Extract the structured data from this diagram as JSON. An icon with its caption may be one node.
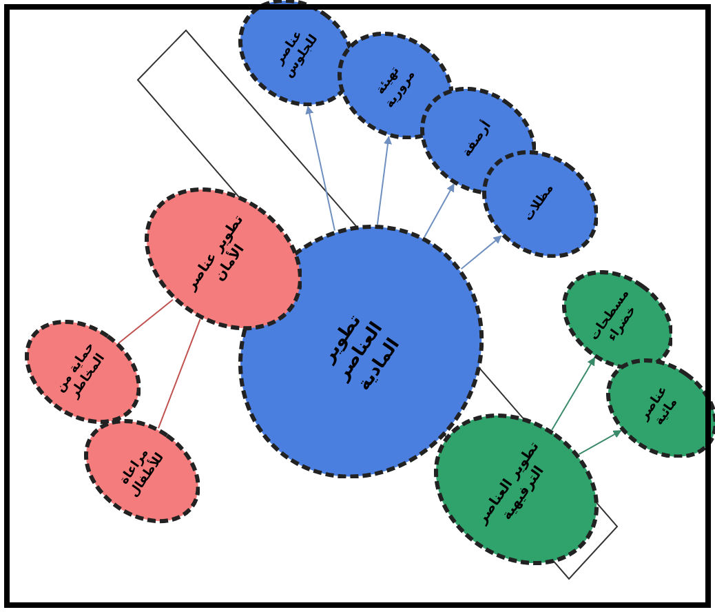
{
  "diagram": {
    "nodes": [
      {
        "text": [
          "تطوير العناصر المادية"
        ]
      },
      {
        "text": [
          "عناصر للجلوس"
        ]
      },
      {
        "text": [
          "تهيئة مرورية"
        ]
      },
      {
        "text": [
          "أرصفة"
        ]
      },
      {
        "text": [
          "مظلات"
        ]
      },
      {
        "text": [
          "تطوير عناصر الأمان"
        ]
      },
      {
        "text": [
          "حماية من المخاطر"
        ]
      },
      {
        "text": [
          "مراعاة للأطفال"
        ]
      },
      {
        "text": [
          "تطوير العناصر الترفيهية"
        ]
      },
      {
        "text": [
          "مسطحات خضراء"
        ]
      },
      {
        "text": [
          "عناصر مائية"
        ]
      }
    ],
    "edges": [
      {
        "from": 0,
        "to": 1,
        "arrow": "to",
        "color": "#6f8fc0"
      },
      {
        "from": 0,
        "to": 2,
        "arrow": "to",
        "color": "#6f8fc0"
      },
      {
        "from": 0,
        "to": 3,
        "arrow": "to",
        "color": "#6f8fc0"
      },
      {
        "from": 0,
        "to": 4,
        "arrow": "to",
        "color": "#6f8fc0"
      },
      {
        "from": 5,
        "to": 6,
        "arrow": "none",
        "color": "#c0504d"
      },
      {
        "from": 5,
        "to": 7,
        "arrow": "none",
        "color": "#c0504d"
      },
      {
        "from": 8,
        "to": 9,
        "arrow": "to",
        "color": "#3a8a6a"
      },
      {
        "from": 8,
        "to": 10,
        "arrow": "to",
        "color": "#3a8a6a"
      }
    ]
  }
}
